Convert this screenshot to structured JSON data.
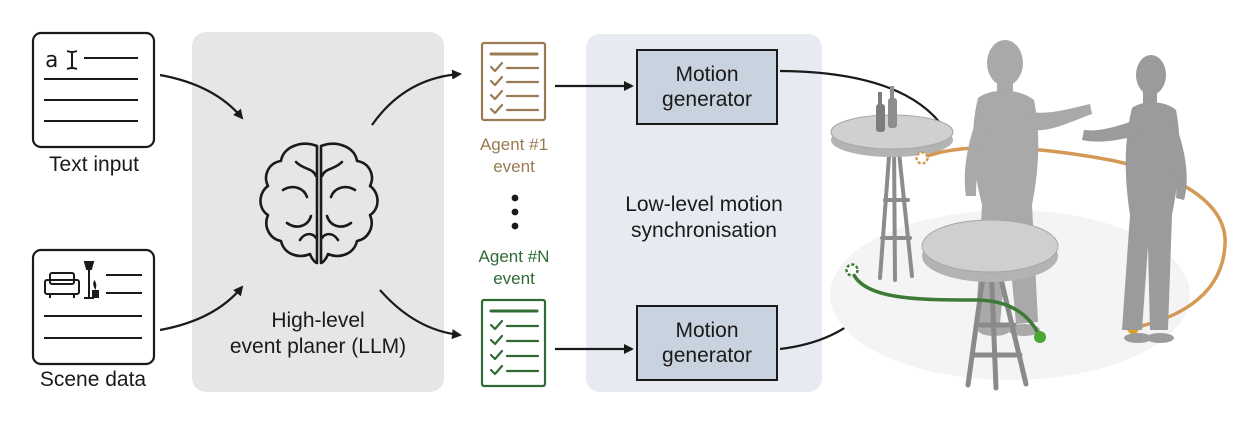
{
  "inputs": {
    "text_input": "Text input",
    "scene_data": "Scene data",
    "text_glyph": "a"
  },
  "planner": {
    "line1": "High-level",
    "line2": "event planer (LLM)"
  },
  "agents": {
    "agent1_line1": "Agent #1",
    "agent1_line2": "event",
    "agentN_line1": "Agent #N",
    "agentN_line2": "event"
  },
  "sync": {
    "line1": "Low-level motion",
    "line2": "synchronisation"
  },
  "generators": {
    "top_line1": "Motion",
    "top_line2": "generator",
    "bottom_line1": "Motion",
    "bottom_line2": "generator"
  },
  "colors": {
    "agent1": "#9a7a52",
    "agentN": "#2f6b33",
    "generator_fill": "#c9d2df",
    "planner_panel": "#e6e6e6",
    "sync_panel": "#e7ebf1",
    "path_orange": "#d49a55",
    "path_green": "#3d7a35"
  },
  "icons": [
    "text-document-icon",
    "scene-document-icon",
    "brain-circuit-icon",
    "checklist-icon",
    "human-figure-icon",
    "table-icon",
    "bottle-icon"
  ]
}
